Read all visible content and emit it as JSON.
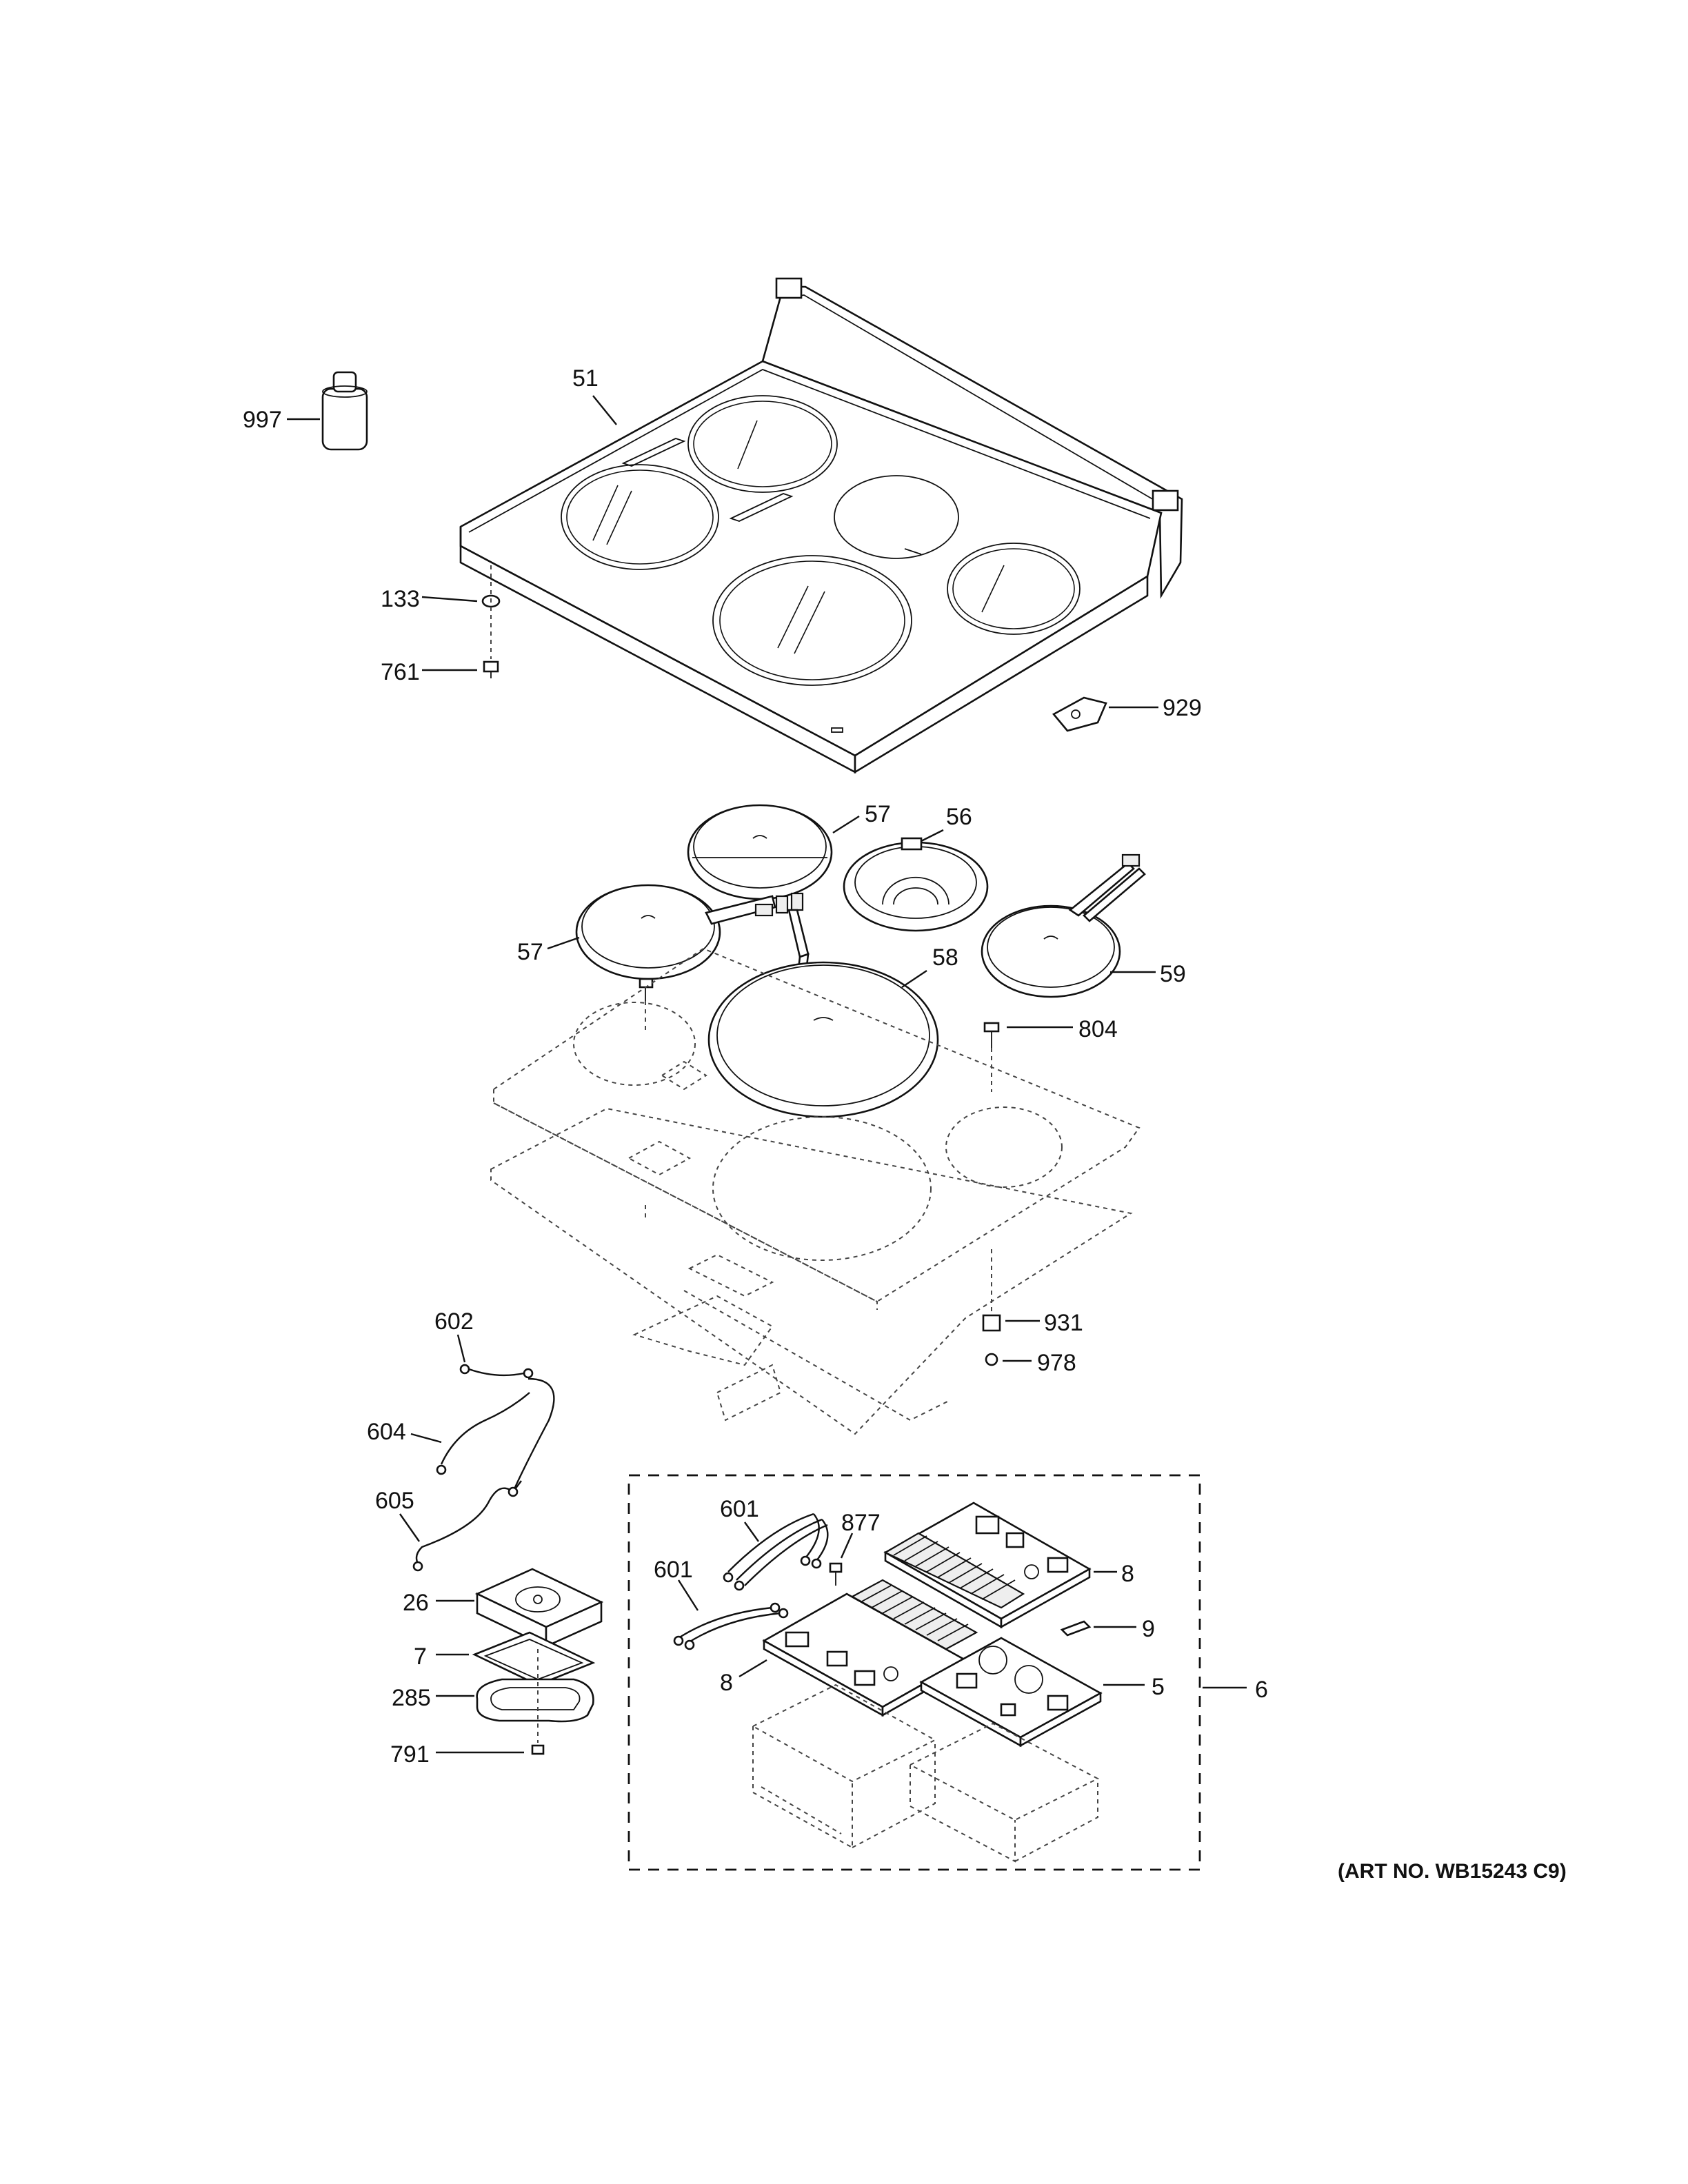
{
  "callouts": {
    "c997": "997",
    "c51": "51",
    "c133": "133",
    "c761": "761",
    "c929": "929",
    "c57a": "57",
    "c56": "56",
    "c57b": "57",
    "c58": "58",
    "c59": "59",
    "c804": "804",
    "c931": "931",
    "c978": "978",
    "c602": "602",
    "c604": "604",
    "c605": "605",
    "c26": "26",
    "c7": "7",
    "c285": "285",
    "c791": "791",
    "c601a": "601",
    "c877": "877",
    "c601b": "601",
    "c8a": "8",
    "c8b": "8",
    "c9": "9",
    "c5": "5",
    "c6": "6"
  },
  "art_number": "(ART NO. WB15243 C9)"
}
